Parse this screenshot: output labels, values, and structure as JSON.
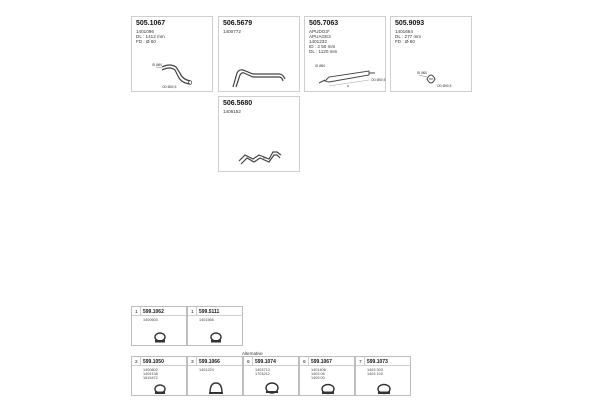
{
  "top_cards": [
    {
      "part": "505.1067",
      "lines": [
        "1401096",
        "DL : 1412 mm",
        "FD : Ø 60"
      ],
      "dims": [
        "ID Ø60",
        "OD Ø60,5"
      ]
    },
    {
      "part": "506.5679",
      "lines": [
        "1400772"
      ],
      "dims": []
    },
    {
      "part": "505.7063",
      "lines": [
        "APUDO3*",
        "APUAGE3",
        "1401232",
        "ID : 2 50 mm",
        "DL : 1120 mm"
      ],
      "dims": [
        "ID Ø60",
        "OD Ø60,5",
        "a"
      ]
    },
    {
      "part": "505.9093",
      "lines": [
        "1401664",
        "DL : 277 mm",
        "FD : Ø 60"
      ],
      "dims": [
        "ID Ø60",
        "OD Ø60,5"
      ]
    },
    {
      "part": "506.5680",
      "lines": [
        "1406152"
      ],
      "dims": []
    }
  ],
  "small_row1": [
    {
      "num": "1",
      "part": "599.1062",
      "refs": [
        "1400603"
      ]
    },
    {
      "num": "1",
      "part": "599.5111",
      "refs": [
        "1401566"
      ]
    }
  ],
  "caption": "Alternative",
  "small_row2": [
    {
      "num": "2",
      "part": "599.1050",
      "refs": [
        "1400602",
        "1404138",
        "1615472"
      ]
    },
    {
      "num": "3",
      "part": "599.1066",
      "refs": [
        "1401224"
      ]
    },
    {
      "num": "6",
      "part": "599.1074",
      "refs": [
        "1403713",
        "1703212"
      ]
    },
    {
      "num": "6",
      "part": "599.1067",
      "refs": [
        "1401408",
        "1403 06",
        "1409 00"
      ]
    },
    {
      "num": "7",
      "part": "599.1073",
      "refs": [
        "1403 303",
        "1403 100"
      ]
    }
  ]
}
